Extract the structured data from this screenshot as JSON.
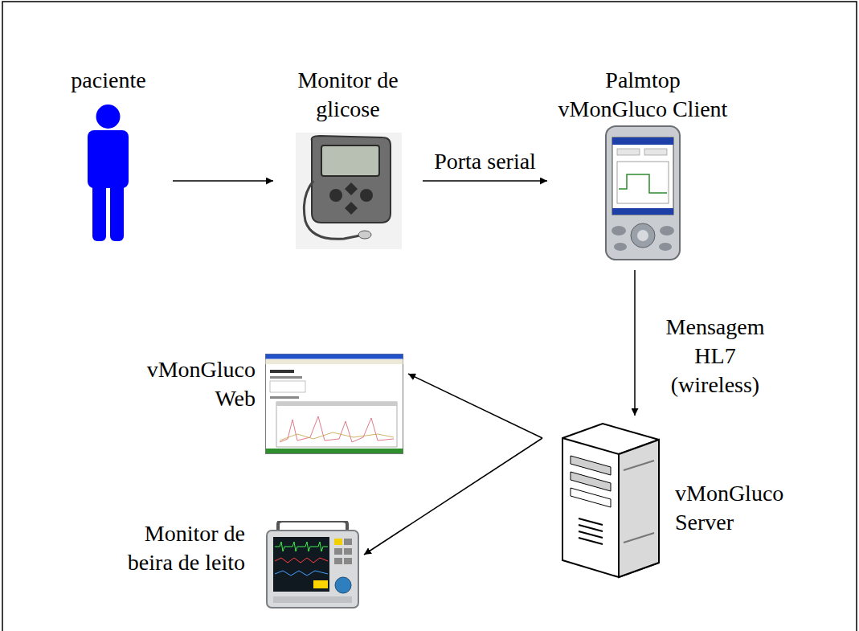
{
  "diagram": {
    "nodes": [
      {
        "text": [
          "paciente"
        ]
      },
      {
        "text": [
          "Monitor de glicose"
        ]
      },
      {
        "text": [
          "Palmtop vMonGluco Client"
        ]
      },
      {
        "text": [
          "vMonGluco Web"
        ]
      },
      {
        "text": [
          "vMonGluco Server"
        ]
      },
      {
        "text": [
          "Monitor de beira de leito"
        ]
      }
    ],
    "edges": [
      {
        "from": 0,
        "to": 1,
        "arrow": "to"
      },
      {
        "from": 1,
        "to": 2,
        "label": "Porta serial",
        "arrow": "to"
      },
      {
        "from": 2,
        "to": 4,
        "label": "Mensagem HL7 (wireless)",
        "arrow": "to"
      },
      {
        "from": 4,
        "to": 3,
        "arrow": "to"
      },
      {
        "from": 4,
        "to": 5,
        "arrow": "to"
      }
    ]
  }
}
